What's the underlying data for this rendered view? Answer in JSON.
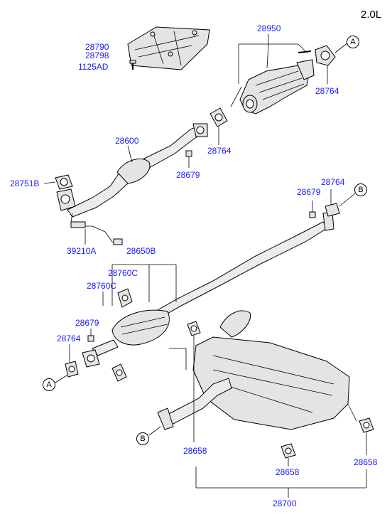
{
  "engine_label": "2.0L",
  "label_color": "#1a1aff",
  "part_labels": {
    "p28950": "28950",
    "p28790": "28790",
    "p28798": "28798",
    "p1125AD": "1125AD",
    "p28764_a": "28764",
    "p28764_b": "28764",
    "p28600": "28600",
    "p28679_a": "28679",
    "p28751B": "28751B",
    "p39210A": "39210A",
    "p28764_c": "28764",
    "p28679_b": "28679",
    "p28650B": "28650B",
    "p28760C_a": "28760C",
    "p28760C_b": "28760C",
    "p28679_c": "28679",
    "p28764_d": "28764",
    "p28658_a": "28658",
    "p28658_b": "28658",
    "p28658_c": "28658",
    "p28700": "28700"
  },
  "ref_markers": {
    "a_top": "A",
    "b_right": "B",
    "a_left": "A",
    "b_bottom": "B"
  },
  "icons": [
    "heat-shield-icon",
    "catalytic-converter-icon",
    "gasket-icon",
    "o2-sensor-icon",
    "muffler-icon",
    "rubber-hanger-icon",
    "nut-icon",
    "bolt-icon"
  ]
}
